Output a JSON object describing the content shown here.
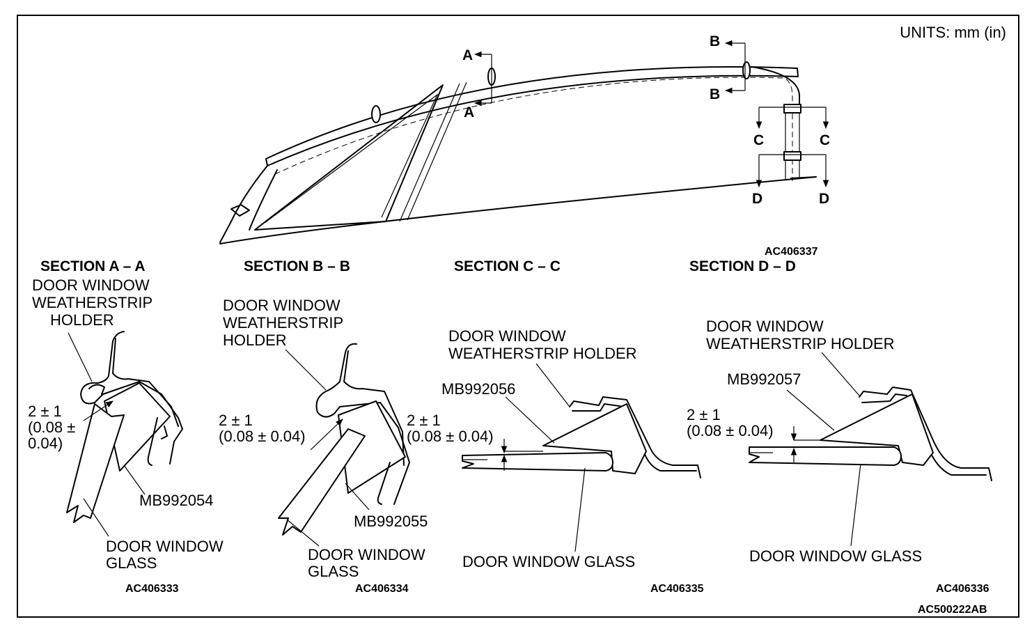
{
  "units": "UNITS: mm (in)",
  "overview": {
    "figure_id": "AC406337",
    "markers": {
      "a": "A",
      "b": "B",
      "c": "C",
      "d": "D"
    }
  },
  "section_a": {
    "title": "SECTION A – A",
    "holder": [
      "DOOR WINDOW",
      "WEATHERSTRIP",
      "HOLDER"
    ],
    "dim": [
      "2 ± 1",
      "(0.08 ±",
      "0.04)"
    ],
    "tool": "MB992054",
    "glass": [
      "DOOR WINDOW",
      "GLASS"
    ],
    "figure_id": "AC406333"
  },
  "section_b": {
    "title": "SECTION B – B",
    "holder": [
      "DOOR WINDOW",
      "WEATHERSTRIP",
      "HOLDER"
    ],
    "dim": [
      "2 ± 1",
      "(0.08 ± 0.04)"
    ],
    "tool": "MB992055",
    "glass": [
      "DOOR WINDOW",
      "GLASS"
    ],
    "figure_id": "AC406334"
  },
  "section_c": {
    "title": "SECTION C – C",
    "holder": [
      "DOOR WINDOW",
      "WEATHERSTRIP HOLDER"
    ],
    "dim": [
      "2 ± 1",
      "(0.08 ± 0.04)"
    ],
    "tool": "MB992056",
    "glass": "DOOR WINDOW GLASS",
    "figure_id": "AC406335"
  },
  "section_d": {
    "title": "SECTION D – D",
    "holder": [
      "DOOR WINDOW",
      "WEATHERSTRIP HOLDER"
    ],
    "dim": [
      "2 ± 1",
      "(0.08 ± 0.04)"
    ],
    "tool": "MB992057",
    "glass": "DOOR WINDOW GLASS",
    "figure_id": "AC406336"
  },
  "sheet_id": "AC500222AB"
}
